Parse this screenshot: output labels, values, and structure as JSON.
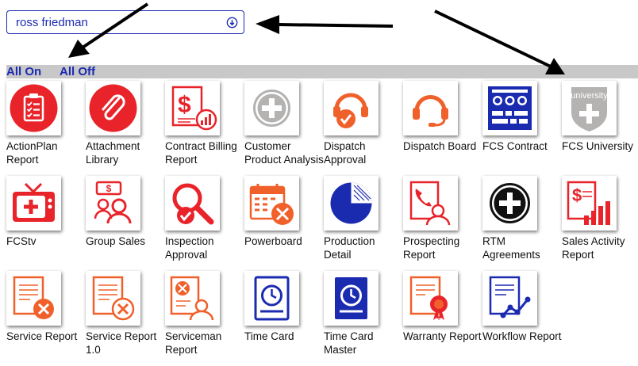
{
  "user_select": {
    "value": "ross friedman"
  },
  "toggles": {
    "all_on": "All On",
    "all_off": "All Off"
  },
  "tiles": [
    {
      "label": "ActionPlan Report"
    },
    {
      "label": "Attachment Library"
    },
    {
      "label": "Contract Billing Report"
    },
    {
      "label": "Customer Product Analysis"
    },
    {
      "label": "Dispatch Approval"
    },
    {
      "label": "Dispatch Board"
    },
    {
      "label": "FCS Contract"
    },
    {
      "label": "FCS University"
    },
    {
      "label": "FCStv"
    },
    {
      "label": "Group Sales"
    },
    {
      "label": "Inspection Approval"
    },
    {
      "label": "Powerboard"
    },
    {
      "label": "Production Detail"
    },
    {
      "label": "Prospecting Report"
    },
    {
      "label": "RTM Agreements"
    },
    {
      "label": "Sales Activity Report"
    },
    {
      "label": "Service Report"
    },
    {
      "label": "Service Report 1.0"
    },
    {
      "label": "Serviceman Report"
    },
    {
      "label": "Time Card"
    },
    {
      "label": "Time Card Master"
    },
    {
      "label": "Warranty Report"
    },
    {
      "label": "Workflow Report"
    }
  ],
  "university_badge_text": "university",
  "colors": {
    "red": "#e8232a",
    "orange": "#f0602a",
    "blue": "#1b2bb0",
    "gray": "#b5b2b2",
    "black": "#111111"
  }
}
